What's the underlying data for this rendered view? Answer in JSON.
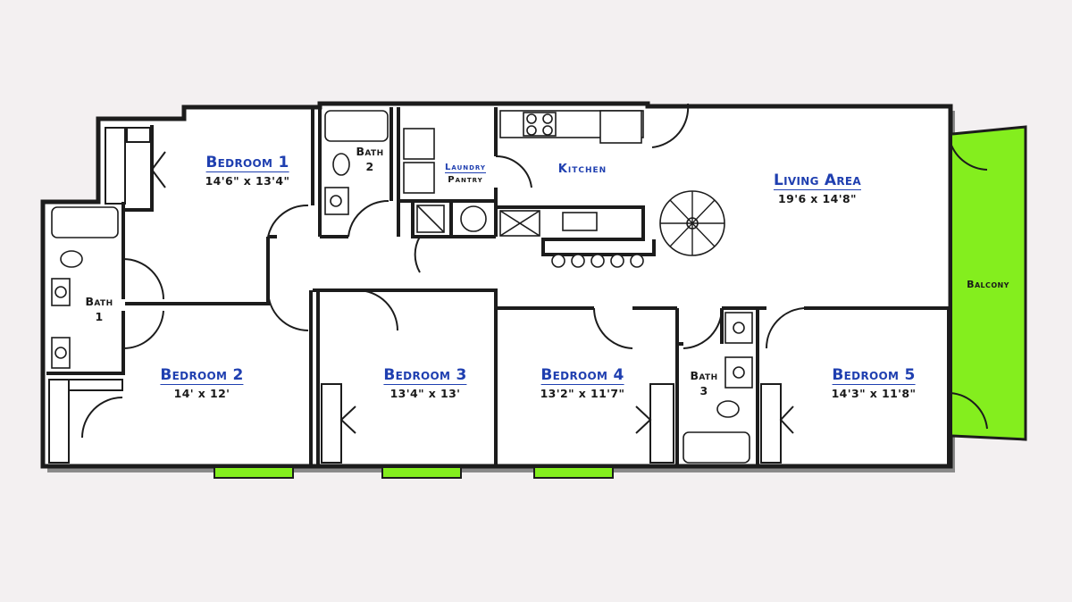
{
  "rooms": {
    "bedroom1": {
      "name": "Bedroom 1",
      "dims": "14'6\" x 13'4\""
    },
    "bedroom2": {
      "name": "Bedroom 2",
      "dims": "14' x 12'"
    },
    "bedroom3": {
      "name": "Bedroom 3",
      "dims": "13'4\" x 13'"
    },
    "bedroom4": {
      "name": "Bedroom 4",
      "dims": "13'2\" x 11'7\""
    },
    "bedroom5": {
      "name": "Bedroom 5",
      "dims": "14'3\" x 11'8\""
    },
    "living": {
      "name": "Living Area",
      "dims": "19'6 x 14'8\""
    },
    "kitchen": {
      "name": "Kitchen"
    },
    "laundry": {
      "name": "Laundry",
      "sub": "Pantry"
    },
    "bath1": {
      "name": "Bath",
      "num": "1"
    },
    "bath2": {
      "name": "Bath",
      "num": "2"
    },
    "bath3": {
      "name": "Bath",
      "num": "3"
    },
    "balcony": {
      "name": "Balcony"
    }
  },
  "colors": {
    "wall": "#1c1c1c",
    "floor": "#ffffff",
    "background": "#f3f0f1",
    "balcony_fill": "#84ee1e",
    "room_label": "#1f3fb0"
  }
}
